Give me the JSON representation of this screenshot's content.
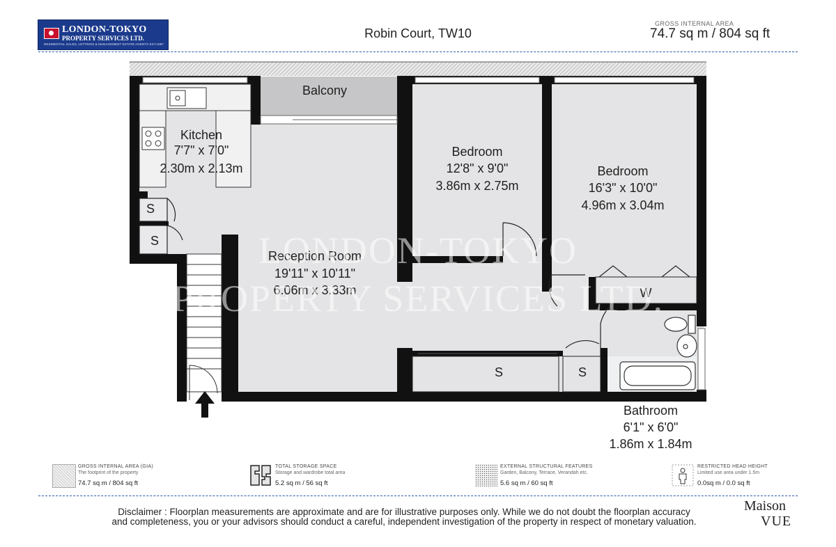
{
  "header": {
    "logo": {
      "line1": "LONDON-TOKYO",
      "line2": "PROPERTY SERVICES LTD.",
      "line3": "RESIDENTIAL SALES, LETTINGS & MANAGEMENT ESTATE AGENTS EST.1987"
    },
    "address": "Robin Court, TW10",
    "gross_area_label": "GROSS INTERNAL AREA",
    "gross_area_value": "74.7 sq m / 804 sq ft"
  },
  "rooms": {
    "balcony": "Balcony",
    "kitchen": {
      "name": "Kitchen",
      "imperial": "7'7\" x 7'0\"",
      "metric": "2.30m x 2.13m"
    },
    "bedroom1": {
      "name": "Bedroom",
      "imperial": "12'8\" x 9'0\"",
      "metric": "3.86m x 2.75m"
    },
    "bedroom2": {
      "name": "Bedroom",
      "imperial": "16'3\" x 10'0\"",
      "metric": "4.96m x 3.04m"
    },
    "reception": {
      "name": "Reception Room",
      "imperial": "19'11\" x 10'11\"",
      "metric": "6.06m x 3.33m"
    },
    "bathroom": {
      "name": "Bathroom",
      "imperial": "6'1\" x 6'0\"",
      "metric": "1.86m x 1.84m"
    },
    "storage_label": "S",
    "wardrobe_label": "W"
  },
  "watermark": {
    "line1": "LONDON-TOKYO",
    "line2": "PROPERTY SERVICES LTD."
  },
  "legend": [
    {
      "title": "GROSS INTERNAL AREA (GIA)",
      "sub": "The footprint of the property",
      "value": "74.7 sq m / 804 sq ft"
    },
    {
      "title": "TOTAL STORAGE SPACE",
      "sub": "Storage and wardrobe total area",
      "value": "5.2 sq m / 56 sq ft"
    },
    {
      "title": "EXTERNAL STRUCTURAL FEATURES",
      "sub": "Garden, Balcony, Terrace, Verandah etc.",
      "value": "5.6 sq m / 60 sq ft"
    },
    {
      "title": "RESTRICTED HEAD HEIGHT",
      "sub": "Limited use area under 1.5m",
      "value": "0.0sq m / 0.0 sq ft"
    }
  ],
  "footer": {
    "disclaimer_line1": "Disclaimer : Floorplan measurements are approximate and are for illustrative purposes only. While we do not doubt the floorplan accuracy",
    "disclaimer_line2": "and completeness, you or your advisors should conduct a careful, independent investigation of the property in respect of monetary valuation.",
    "brand_line1": "Maison",
    "brand_line2": "VUE"
  },
  "colors": {
    "wall": "#111111",
    "floor": "#e4e4e6",
    "balcony": "#c6c6c8",
    "rule": "#2a5aa8",
    "logo_bg": "#1b3a8c"
  }
}
